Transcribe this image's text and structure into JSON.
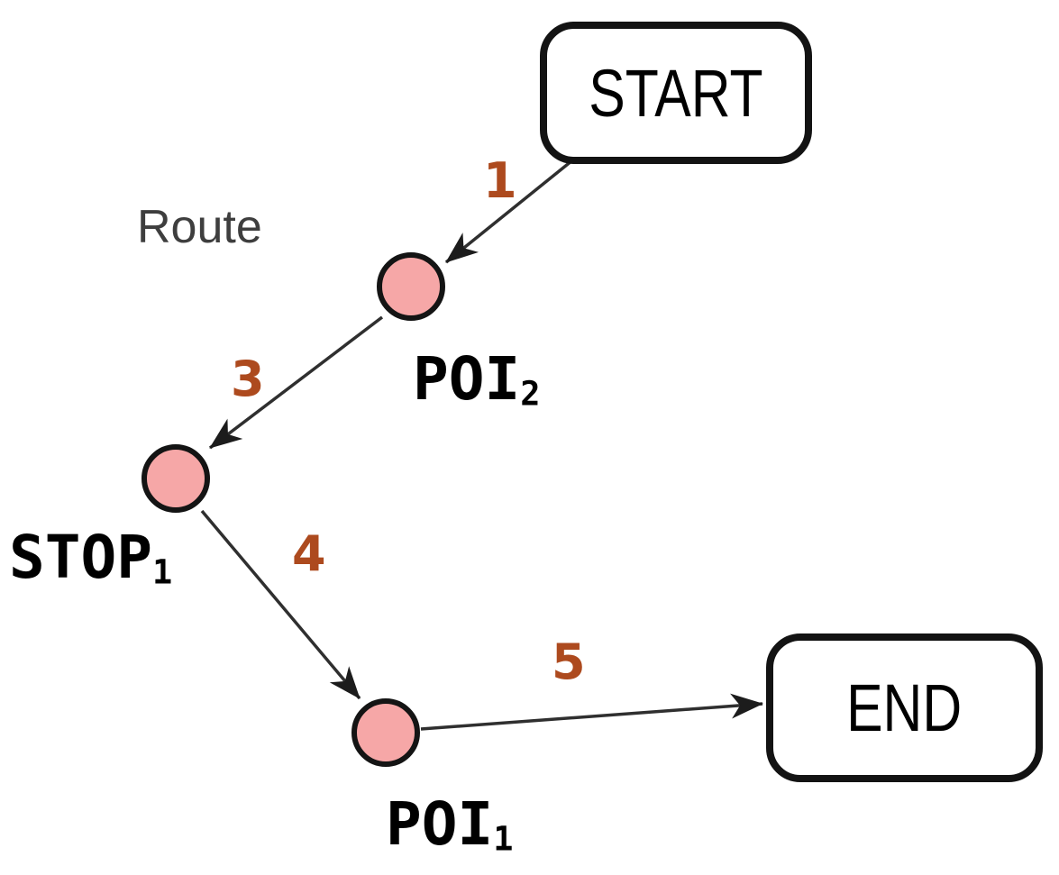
{
  "diagram": {
    "route_title": "Route",
    "nodes": {
      "start": {
        "label": "START",
        "type": "terminal"
      },
      "poi2": {
        "label": "POI",
        "sub": "2",
        "type": "waypoint"
      },
      "stop1": {
        "label": "STOP",
        "sub": "1",
        "type": "waypoint"
      },
      "poi1": {
        "label": "POI",
        "sub": "1",
        "type": "waypoint"
      },
      "end": {
        "label": "END",
        "type": "terminal"
      }
    },
    "edges": [
      {
        "label": "1",
        "from": "START",
        "to": "POI2"
      },
      {
        "label": "3",
        "from": "POI2",
        "to": "STOP1"
      },
      {
        "label": "4",
        "from": "STOP1",
        "to": "POI1"
      },
      {
        "label": "5",
        "from": "POI1",
        "to": "END"
      }
    ],
    "colors": {
      "background": "#ffffff",
      "waypoint_fill": "#f6a7a7",
      "node_stroke": "#141414",
      "edge_stroke": "#2f2f2f",
      "arrowhead": "#1c1c1c",
      "edge_label": "#ad4a1e",
      "route_title": "#3e3e3e",
      "node_label": "#000000"
    }
  }
}
